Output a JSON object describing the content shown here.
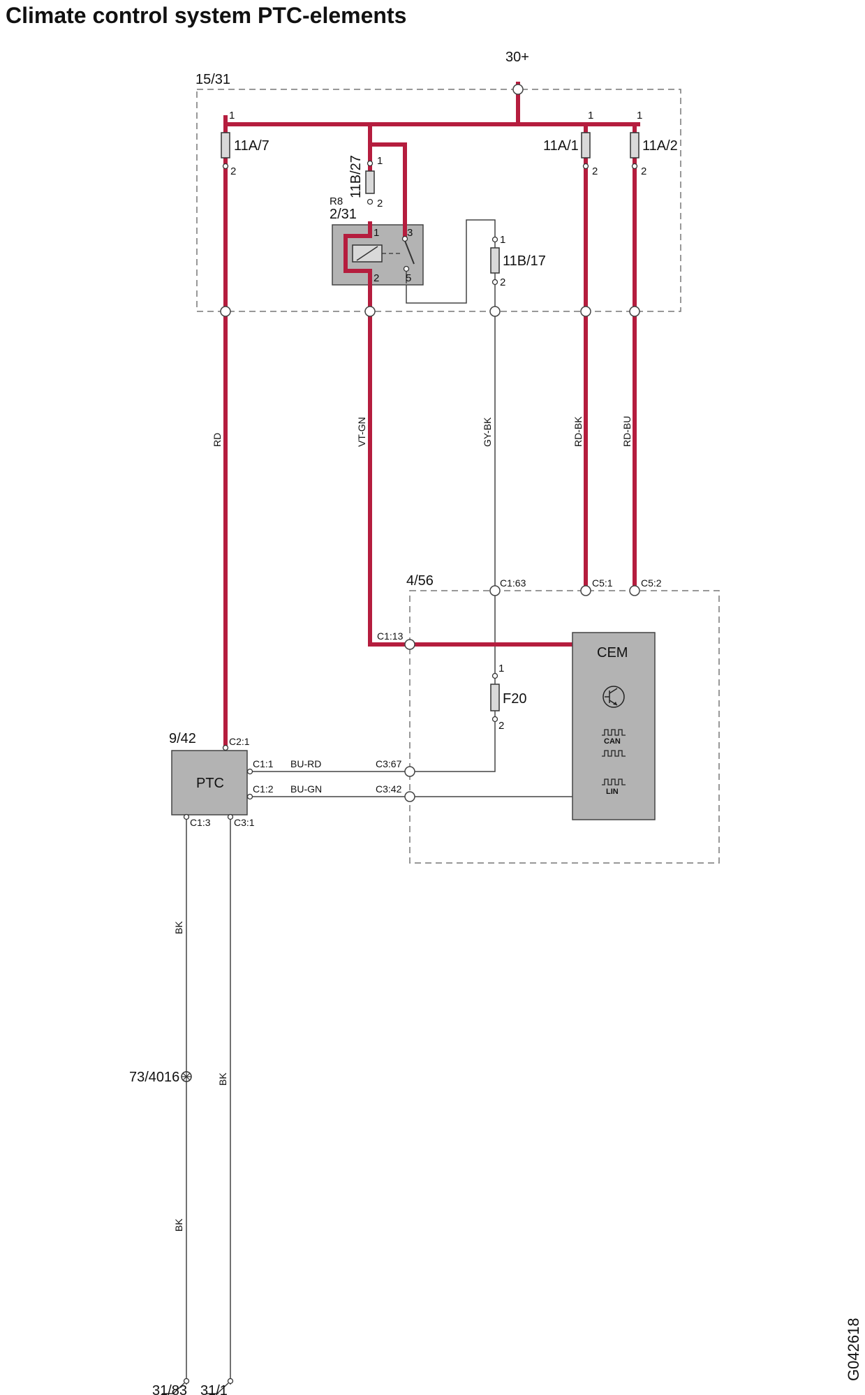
{
  "title": "Climate control system PTC-elements",
  "drawing_id": "G042618",
  "supply": "30+",
  "fusebox": {
    "name": "15/31",
    "fuses": [
      {
        "name": "11A/7",
        "pin_in": "1",
        "pin_out": "2"
      },
      {
        "name": "11B/27",
        "pin_in": "1",
        "pin_out": "2"
      },
      {
        "name": "11B/17",
        "pin_in": "1",
        "pin_out": "2"
      },
      {
        "name": "11A/1",
        "pin_in": "1",
        "pin_out": "2"
      },
      {
        "name": "11A/2",
        "pin_in": "1",
        "pin_out": "2"
      }
    ],
    "relay": {
      "name": "R8",
      "location": "2/31",
      "pins": [
        "1",
        "2",
        "3",
        "5"
      ]
    }
  },
  "wires": {
    "rd": "RD",
    "vt_gn": "VT-GN",
    "gy_bk": "GY-BK",
    "rd_bk": "RD-BK",
    "rd_bu": "RD-BU",
    "bu_rd": "BU-RD",
    "bu_gn": "BU-GN",
    "bk_left_1": "BK",
    "bk_left_2": "BK",
    "bk_right": "BK"
  },
  "cem_box": {
    "location": "4/56",
    "module": "CEM",
    "fuse": {
      "name": "F20",
      "pin_in": "1",
      "pin_out": "2"
    },
    "connectors": {
      "c1_63": "C1:63",
      "c5_1": "C5:1",
      "c5_2": "C5:2",
      "c1_13": "C1:13",
      "c3_67": "C3:67",
      "c3_42": "C3:42"
    },
    "bus_labels": {
      "can": "CAN",
      "lin": "LIN"
    }
  },
  "ptc": {
    "location": "9/42",
    "module": "PTC",
    "connectors": {
      "c2_1": "C2:1",
      "c1_1": "C1:1",
      "c1_2": "C1:2",
      "c1_3": "C1:3",
      "c3_1": "C3:1"
    }
  },
  "splice": "73/4016",
  "grounds": [
    "31/83",
    "31/1"
  ]
}
